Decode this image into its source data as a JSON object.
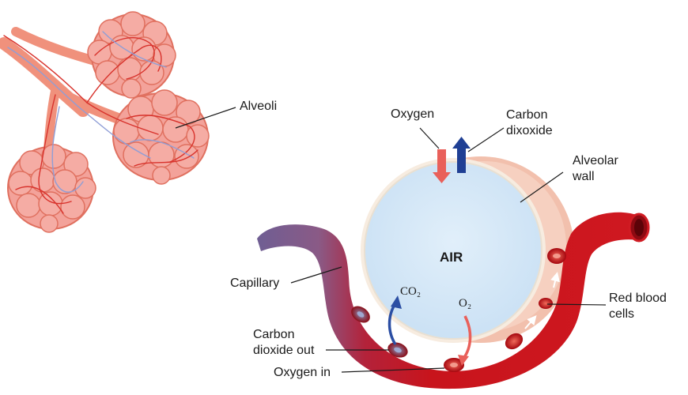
{
  "labels": {
    "alveoli": "Alveoli",
    "oxygen": "Oxygen",
    "carbon_dioxide_line1": "Carbon",
    "carbon_dioxide_line2": "dixoxide",
    "alveolar_wall_line1": "Alveolar",
    "alveolar_wall_line2": "wall",
    "air": "AIR",
    "capillary": "Capillary",
    "co2": "CO₂",
    "o2": "O₂",
    "red_blood_cells_line1": "Red blood",
    "red_blood_cells_line2": "cells",
    "carbon_dioxide_out_line1": "Carbon",
    "carbon_dioxide_out_line2": "dioxide out",
    "oxygen_in": "Oxygen in"
  },
  "colors": {
    "alveolus_fill": "#f3a29a",
    "alveolus_stroke": "#e0705f",
    "airway": "#f0917c",
    "artery": "#d8322c",
    "vein": "#8f9ed6",
    "air_fill": "#d6e9f8",
    "wall_fill": "#f2c0ad",
    "capillary_red": "#c8141c",
    "capillary_purple": "#7d5a8e",
    "oxygen_arrow": "#e9605a",
    "co2_arrow": "#1f3f94"
  }
}
